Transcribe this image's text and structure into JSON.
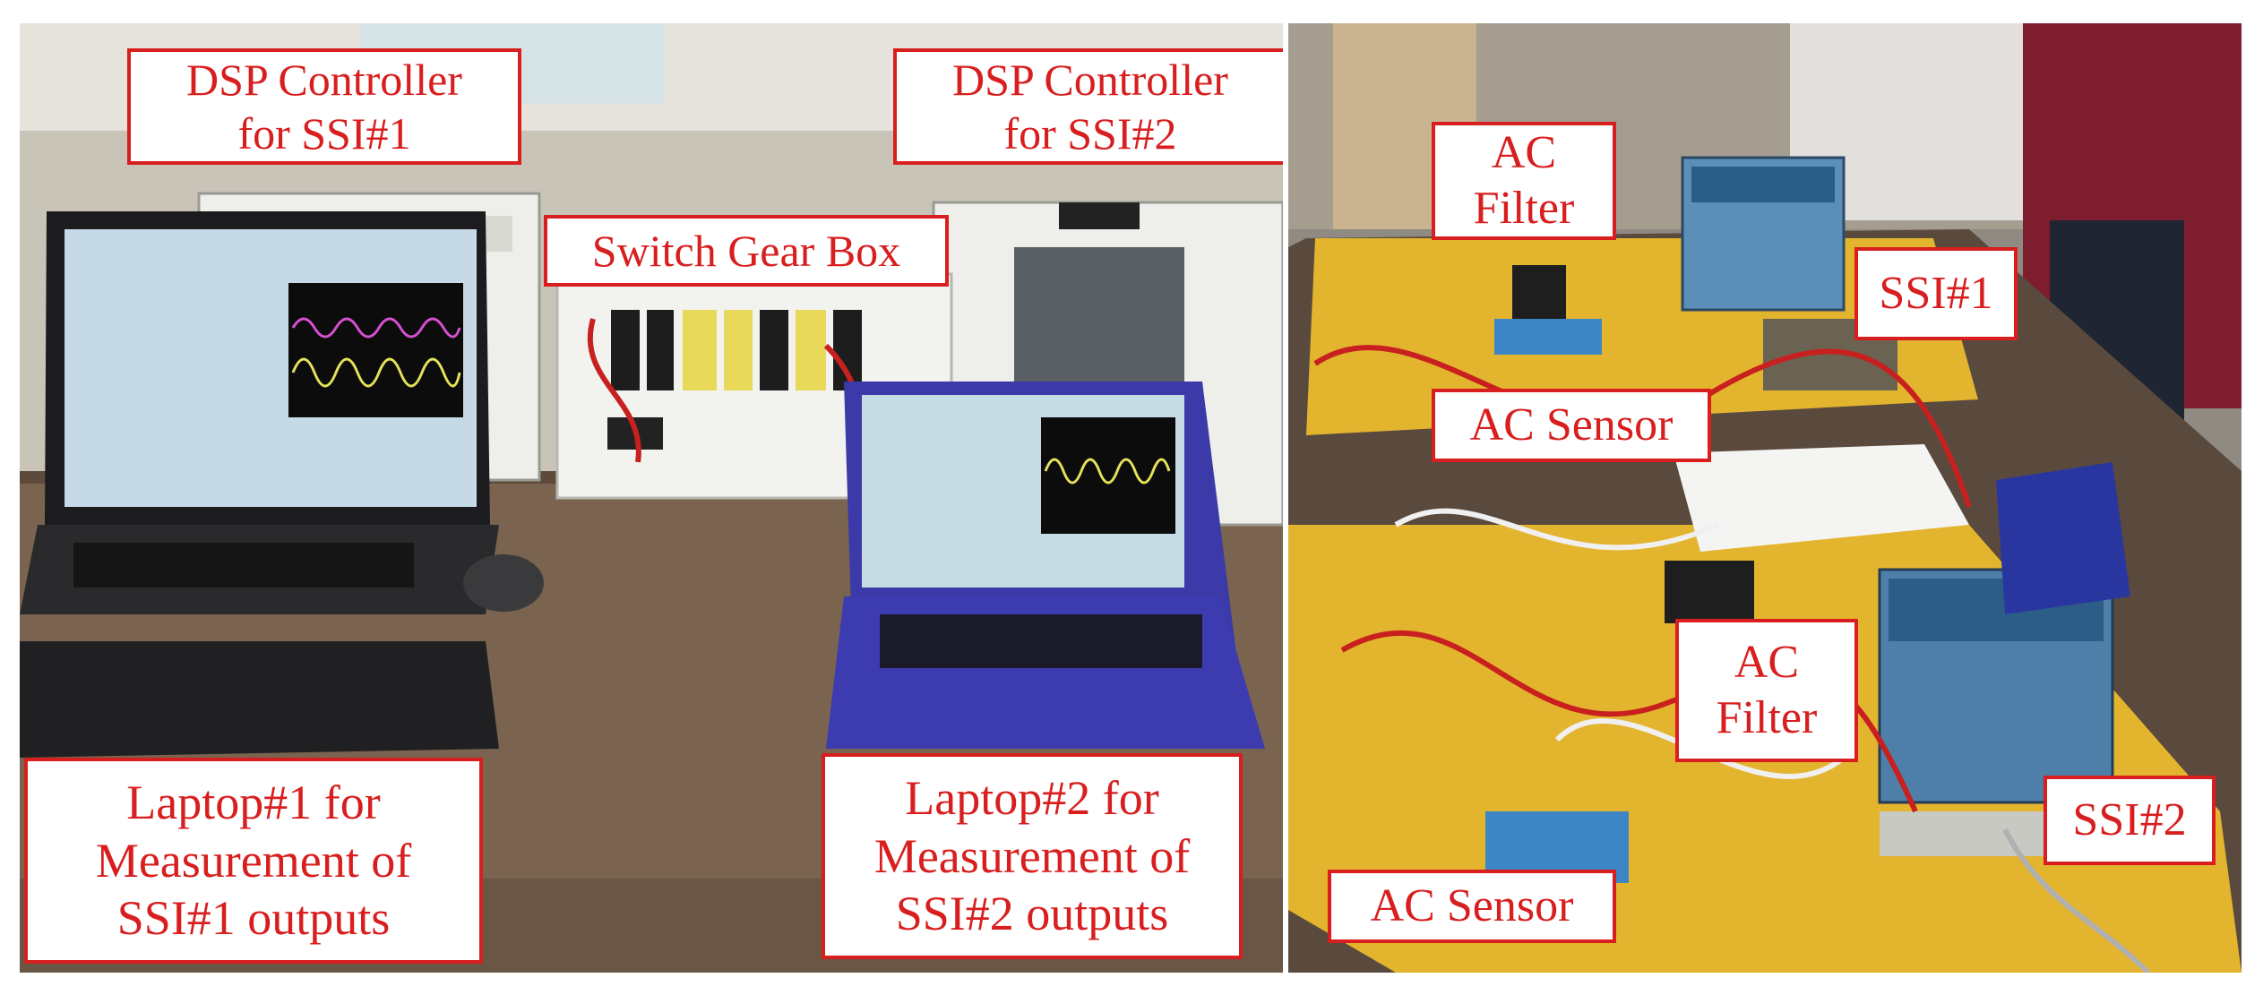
{
  "panels": {
    "left": {
      "labels": {
        "dsp1": [
          "DSP Controller",
          "for SSI#1"
        ],
        "dsp2": [
          "DSP Controller",
          "for SSI#2"
        ],
        "switch_gear": [
          "Switch Gear Box"
        ],
        "laptop1": [
          "Laptop#1 for",
          "Measurement of",
          "SSI#1 outputs"
        ],
        "laptop2": [
          "Laptop#2 for",
          "Measurement of",
          "SSI#2 outputs"
        ]
      }
    },
    "right": {
      "labels": {
        "ac_filter_top": [
          "AC",
          "Filter"
        ],
        "ssi1": [
          "SSI#1"
        ],
        "ac_sensor_top": [
          "AC Sensor"
        ],
        "ac_filter_bottom": [
          "AC",
          "Filter"
        ],
        "ssi2": [
          "SSI#2"
        ],
        "ac_sensor_bottom": [
          "AC Sensor"
        ]
      }
    }
  },
  "colors": {
    "callout_border": "#d81e1e",
    "callout_text": "#d81e1e",
    "callout_bg": "#ffffff",
    "table_mat": "#e3b42e",
    "desk": "#7a6450",
    "laptop1_body": "#1c1c1e",
    "laptop2_body": "#3b3aa8",
    "floor": "#8f8a82",
    "wire_red": "#c8201f"
  },
  "scene_items": {
    "left": [
      "laptop-hp-black",
      "laptop-sony-purple",
      "keyboard",
      "mouse",
      "switch-gear-box",
      "dsp-controller-1",
      "dsp-controller-2"
    ],
    "right": [
      "yellow-mat-top",
      "yellow-mat-bottom",
      "ssi1-board-stack",
      "ssi2-board-stack",
      "ac-filter-boxes",
      "ac-sensor-boards",
      "multimeter",
      "wiring"
    ]
  }
}
